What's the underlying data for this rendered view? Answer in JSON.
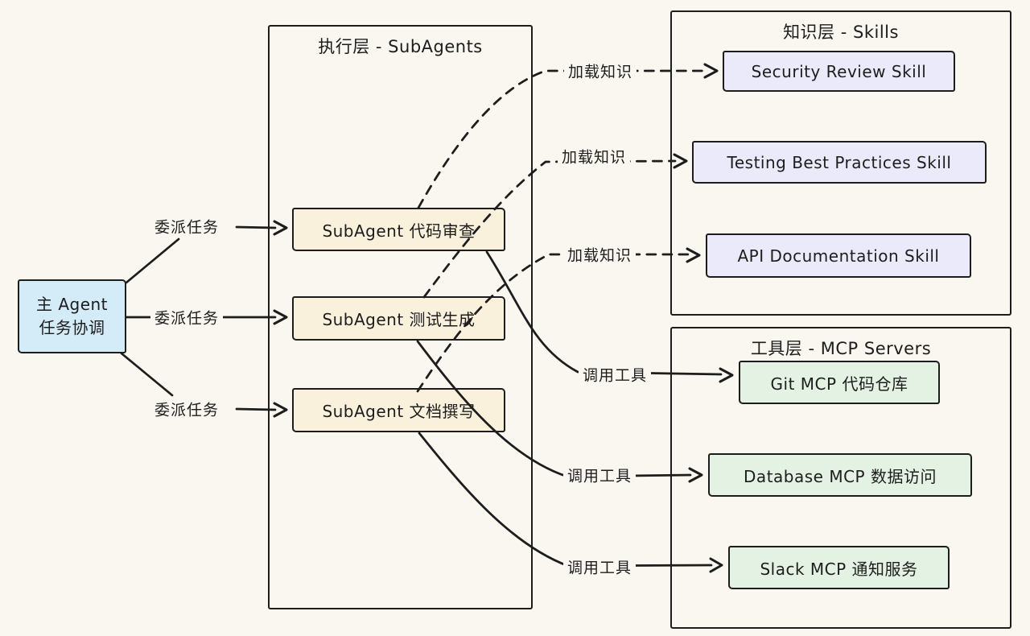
{
  "palette": {
    "ink": "#1d1d1d",
    "background": "#faf7f0",
    "main_agent_fill": "#d4ecf8",
    "subagent_fill": "#faf1dd",
    "skill_fill": "#eaeafa",
    "mcp_fill": "#e4f2e4"
  },
  "main_agent": {
    "line1": "主 Agent",
    "line2": "任务协调"
  },
  "execution_layer": {
    "title": "执行层 - SubAgents",
    "subagents": [
      {
        "label": "SubAgent 代码审查"
      },
      {
        "label": "SubAgent 测试生成"
      },
      {
        "label": "SubAgent 文档撰写"
      }
    ]
  },
  "skills_layer": {
    "title": "知识层 - Skills",
    "skills": [
      {
        "label": "Security Review Skill"
      },
      {
        "label": "Testing Best Practices Skill"
      },
      {
        "label": "API Documentation Skill"
      }
    ]
  },
  "tools_layer": {
    "title": "工具层 - MCP Servers",
    "servers": [
      {
        "label": "Git MCP 代码仓库"
      },
      {
        "label": "Database MCP 数据访问"
      },
      {
        "label": "Slack MCP 通知服务"
      }
    ]
  },
  "edge_labels": {
    "delegate": "委派任务",
    "load_knowledge": "加载知识",
    "call_tool": "调用工具"
  }
}
